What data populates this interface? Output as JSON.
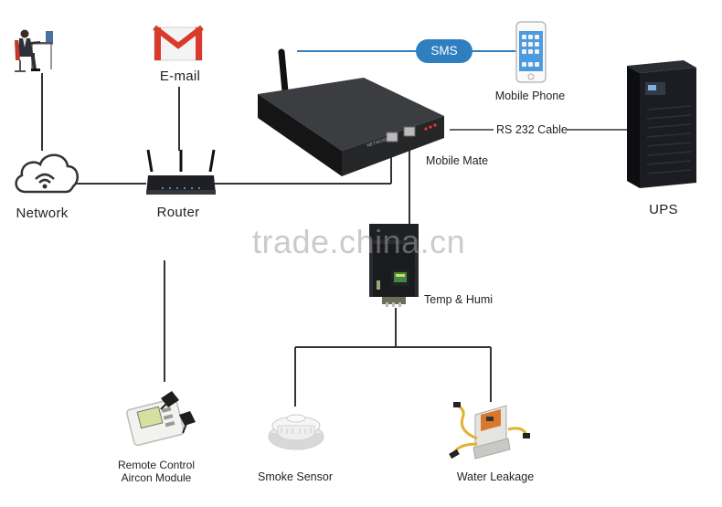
{
  "labels": {
    "network": "Network",
    "email": "E-mail",
    "router": "Router",
    "sms": "SMS",
    "mobile_phone": "Mobile Phone",
    "mobile_mate": "Mobile Mate",
    "rs232": "RS 232 Cable",
    "ups": "UPS",
    "temp_humi": "Temp & Humi",
    "remote_control_line1": "Remote Control",
    "remote_control_line2": "Aircon Module",
    "smoke_sensor": "Smoke Sensor",
    "water_leakage": "Water Leakage",
    "device_port_text": "NETWORK"
  },
  "watermark": "trade.china.cn",
  "colors": {
    "line": "#333333",
    "sms_line": "#2f7fc0",
    "sms_pill": "#2f7fc0",
    "gmail_red": "#d93a2b",
    "device_dark": "#1b1b1b",
    "watermark": "#a0a0a0"
  },
  "icons": [
    "user-at-desk-icon",
    "gmail-envelope-icon",
    "cloud-wifi-icon",
    "router-icon",
    "gateway-device-icon",
    "smartphone-icon",
    "ups-tower-icon",
    "temp-humi-sensor-icon",
    "aircon-module-icon",
    "smoke-detector-icon",
    "water-leak-sensor-icon"
  ]
}
